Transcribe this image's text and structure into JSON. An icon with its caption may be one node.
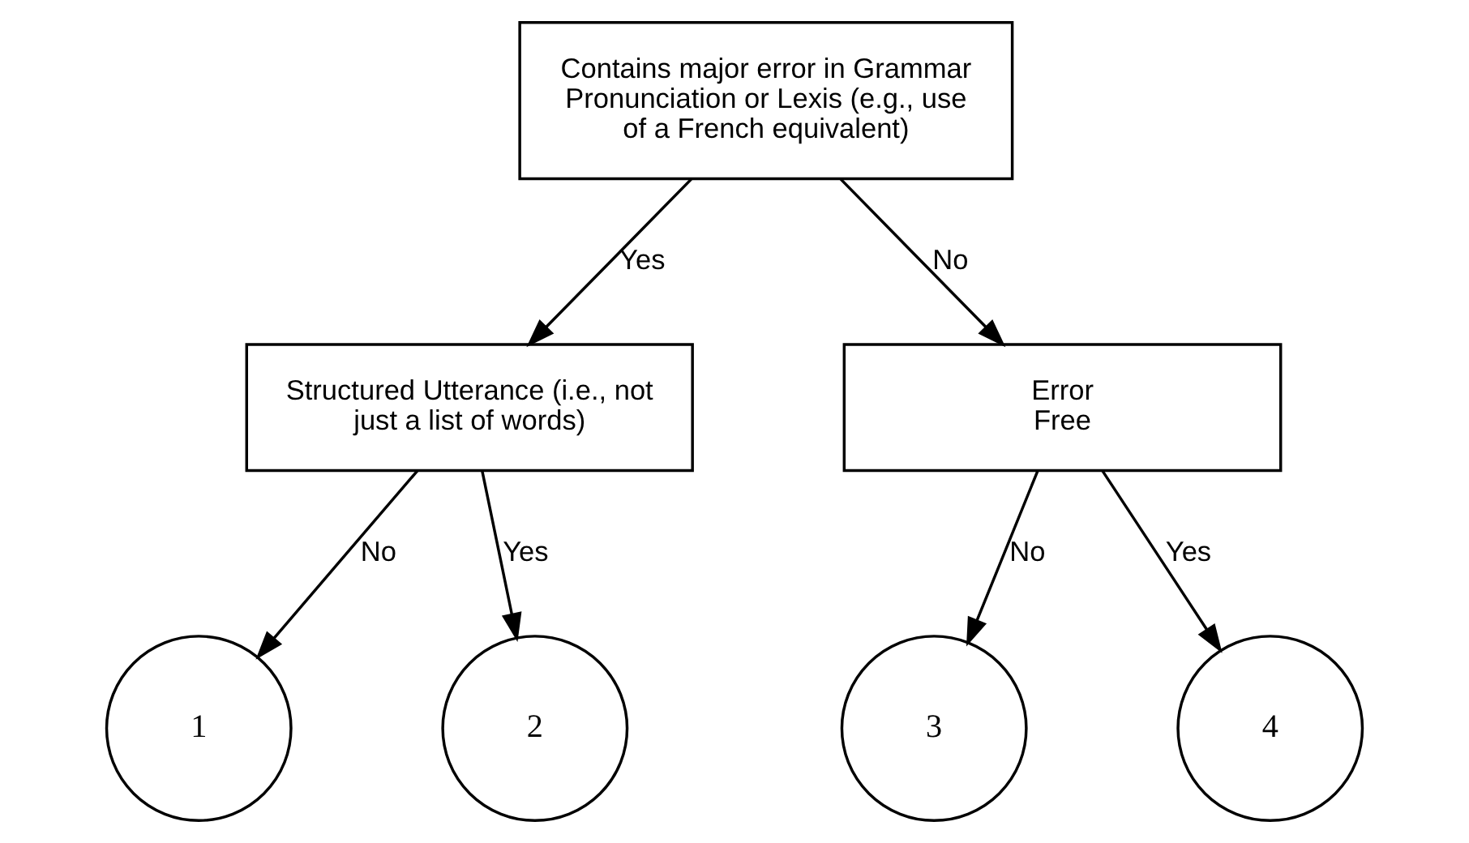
{
  "diagram": {
    "nodes": [
      {
        "text": [
          "Contains major error in Grammar Pronunciation or Lexis (e.g., use of a French equivalent)"
        ]
      },
      {
        "text": [
          "Structured Utterance (i.e., not just a list of words)"
        ]
      },
      {
        "text": [
          "Error Free"
        ]
      },
      {
        "text": [
          "1"
        ]
      },
      {
        "text": [
          "2"
        ]
      },
      {
        "text": [
          "3"
        ]
      },
      {
        "text": [
          "4"
        ]
      }
    ],
    "edges": [
      {
        "from": 0,
        "to": 1,
        "arrow": "to",
        "label": "Yes"
      },
      {
        "from": 0,
        "to": 2,
        "arrow": "to",
        "label": "No"
      },
      {
        "from": 1,
        "to": 3,
        "arrow": "to",
        "label": "No"
      },
      {
        "from": 1,
        "to": 4,
        "arrow": "to",
        "label": "Yes"
      },
      {
        "from": 2,
        "to": 5,
        "arrow": "to",
        "label": "No"
      },
      {
        "from": 2,
        "to": 6,
        "arrow": "to",
        "label": "Yes"
      }
    ]
  }
}
